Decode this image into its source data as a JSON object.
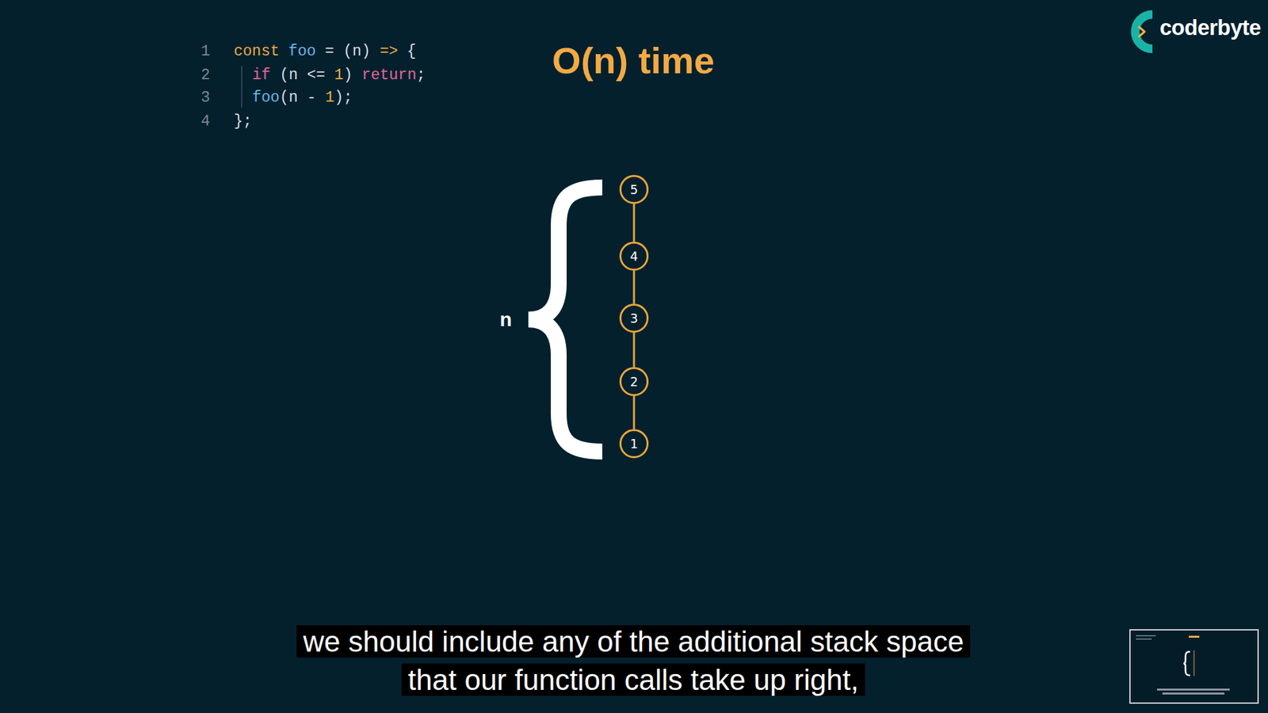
{
  "diagram": {
    "title": "O(n) time",
    "caption": "we should include any of the additional stack space that our function calls take up right,",
    "nodes": [
      {
        "text": [
          "5"
        ]
      },
      {
        "text": [
          "4"
        ]
      },
      {
        "text": [
          "3"
        ]
      },
      {
        "text": [
          "2"
        ]
      },
      {
        "text": [
          "1"
        ]
      }
    ],
    "edges": [
      {
        "from": 0,
        "to": 1,
        "arrow": "none"
      },
      {
        "from": 1,
        "to": 2,
        "arrow": "none"
      },
      {
        "from": 2,
        "to": 3,
        "arrow": "none"
      },
      {
        "from": 3,
        "to": 4,
        "arrow": "none"
      }
    ],
    "labels": [
      "1",
      "const foo = (n) => {",
      "2",
      "if (n <= 1) return;",
      "3",
      "foo(n - 1);",
      "4",
      "};",
      "n",
      "coderbyte"
    ]
  }
}
